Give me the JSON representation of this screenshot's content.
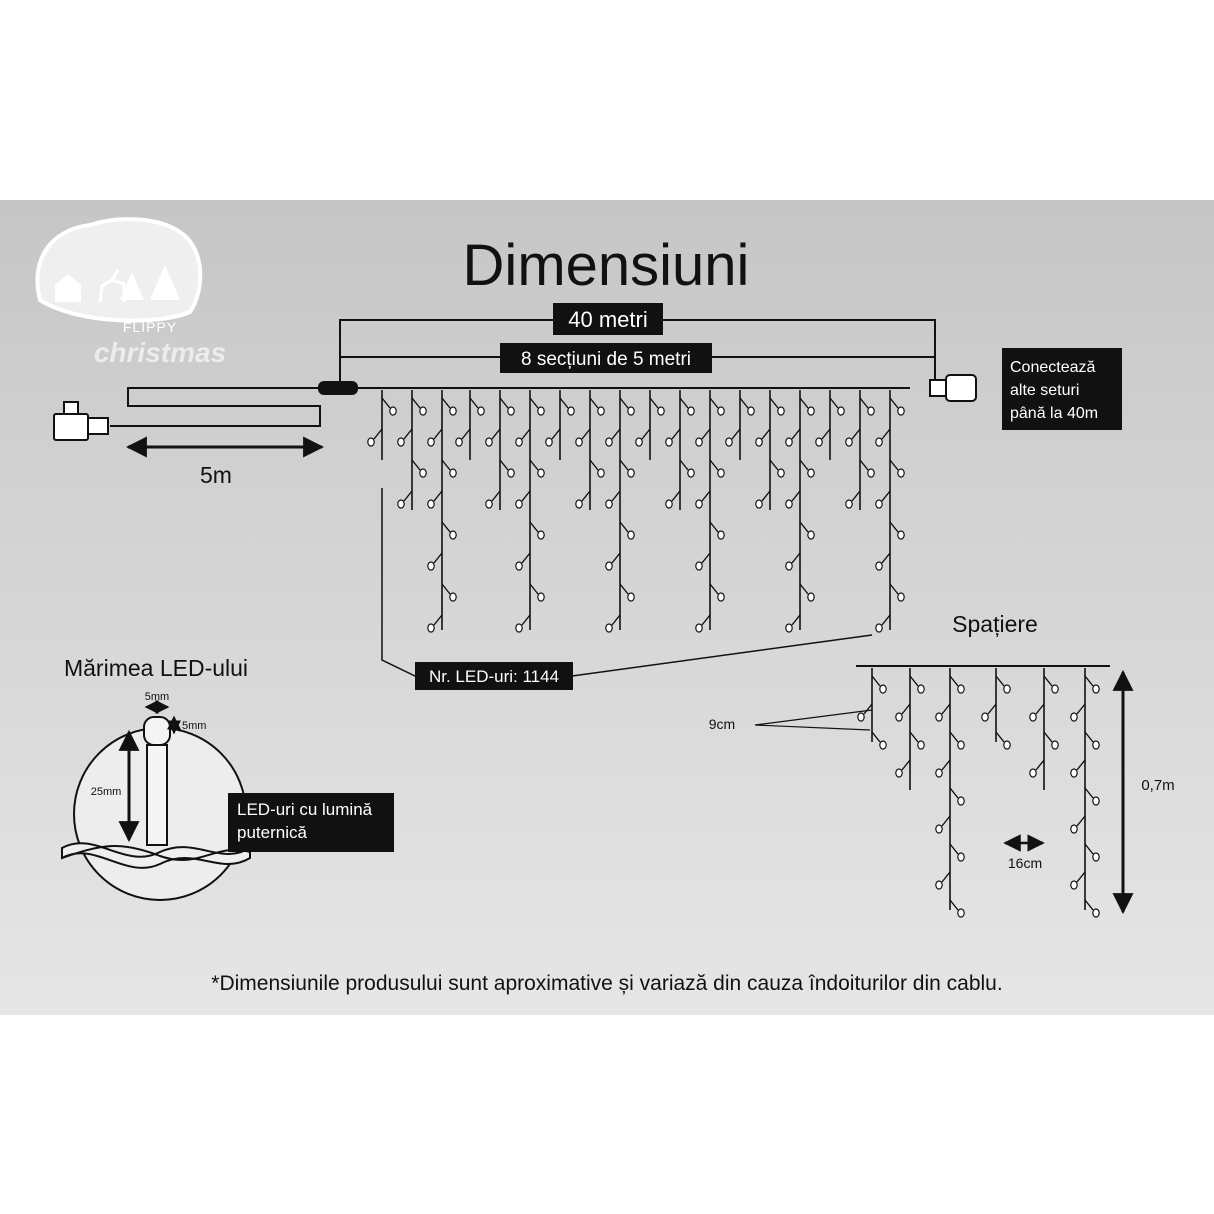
{
  "title": "Dimensiuni",
  "logo": {
    "text1": "FLIPPY",
    "text2": "christmas"
  },
  "labels": {
    "total_length": "40 metri",
    "sections": "8 secțiuni de 5 metri",
    "lead_cable": "5m",
    "connect_more": [
      "Conectează",
      "alte seturi",
      "până la 40m"
    ],
    "led_count": "Nr. LED-uri: 1144",
    "spacing_title": "Spațiere",
    "spacing_drop": "9cm",
    "spacing_strand": "16cm",
    "spacing_height": "0,7m",
    "led_size_title": "Mărimea LED-ului",
    "led_width": "5mm",
    "led_head": "5mm",
    "led_height": "25mm",
    "led_bright": [
      "LED-uri cu lumină",
      "puternică"
    ]
  },
  "footnote": "*Dimensiunile produsului sunt aproximative și variază din cauza îndoiturilor din cablu.",
  "colors": {
    "ink": "#111111",
    "label_bg": "#1a1a1a",
    "label_text": "#ffffff"
  }
}
